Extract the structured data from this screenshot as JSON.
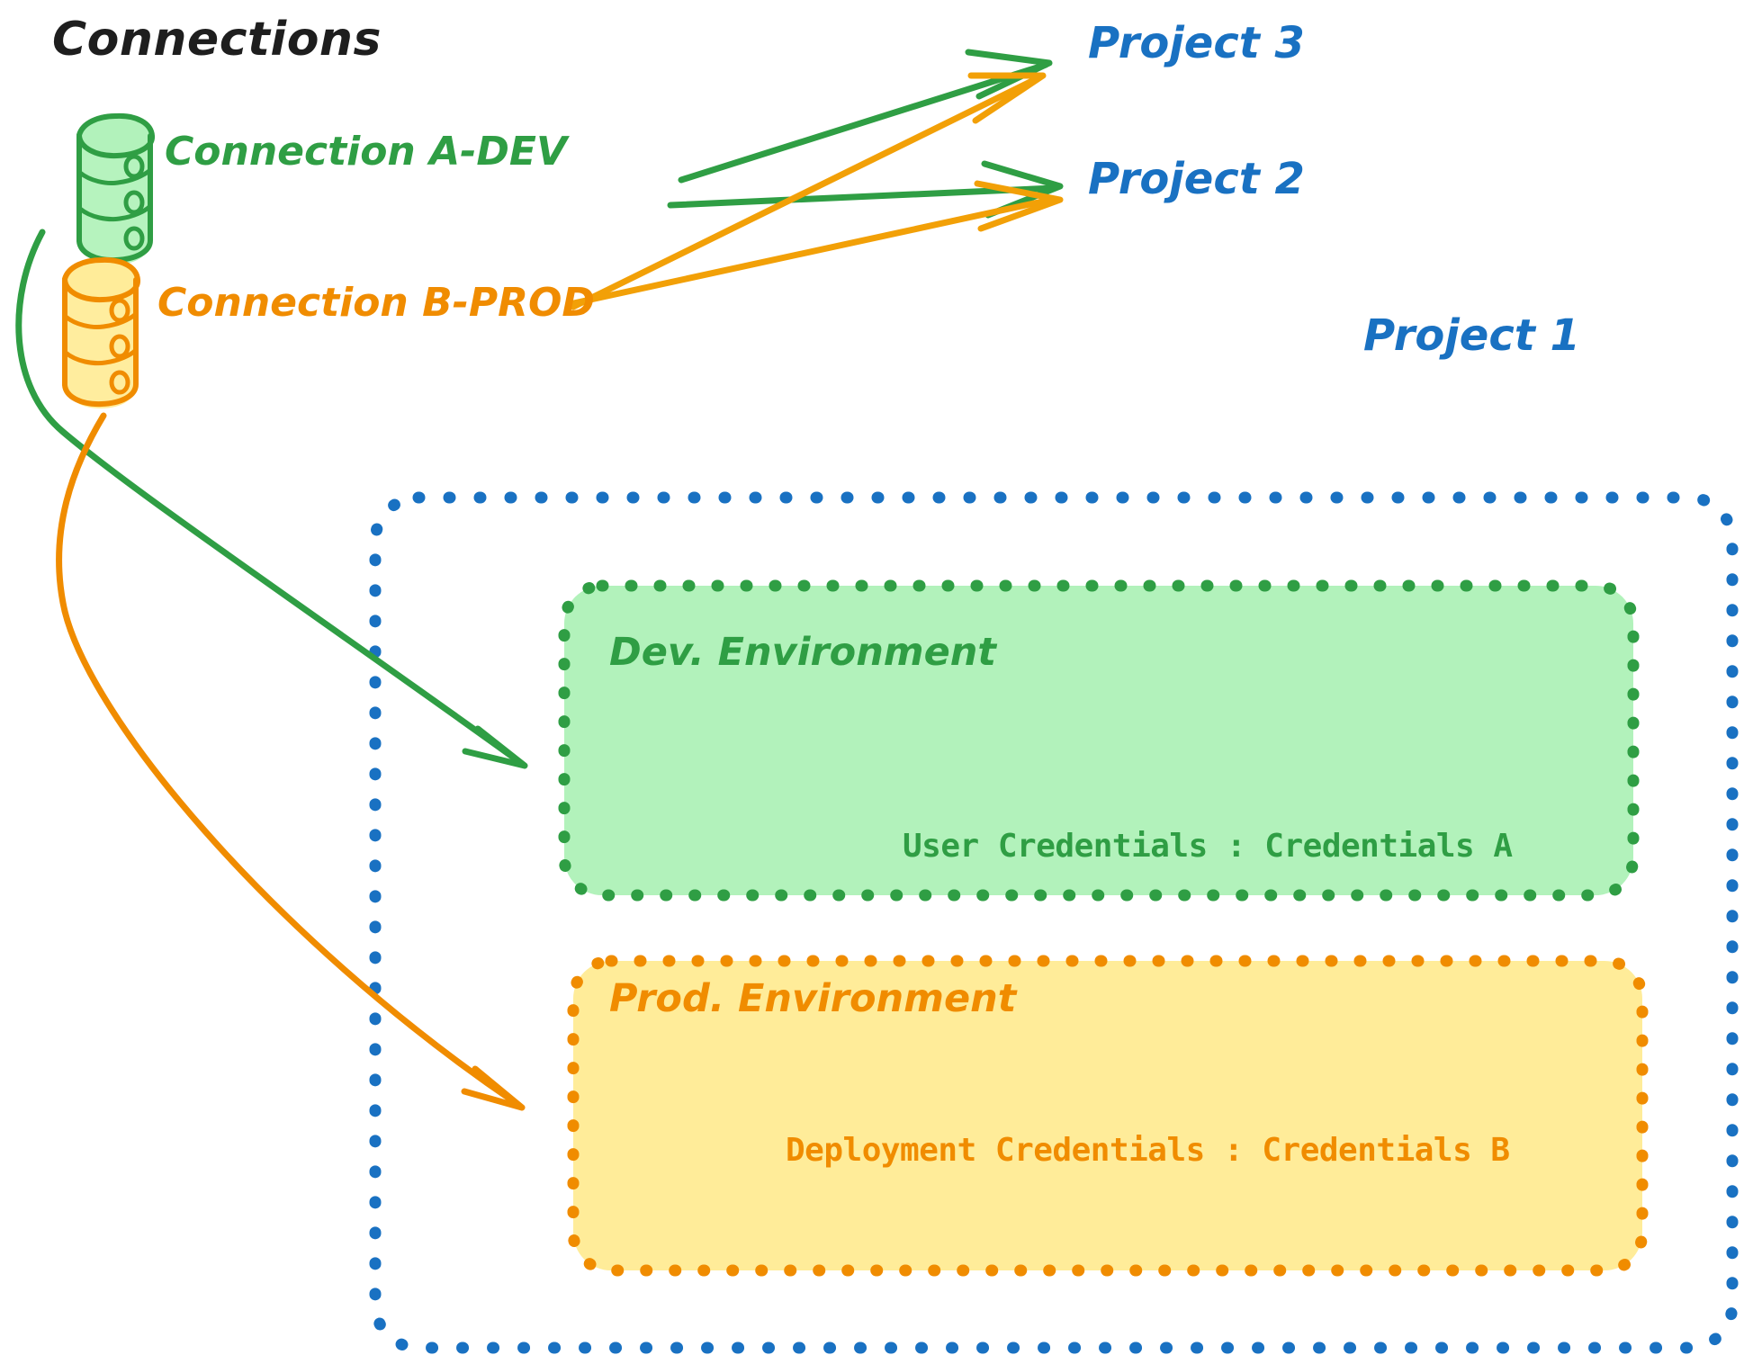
{
  "diagram": {
    "title": "Connections",
    "colors": {
      "green": "#2f9e44",
      "green_fill": "#b2f2bb",
      "orange": "#f08c00",
      "orange_fill": "#ffec99",
      "blue": "#1971c2",
      "black": "#1e1e1e"
    }
  },
  "connections": [
    {
      "id": "connection-a-dev",
      "label": "Connection A-DEV",
      "icon": "database-cylinder-icon",
      "color": "#2f9e44"
    },
    {
      "id": "connection-b-prod",
      "label": "Connection B-PROD",
      "icon": "database-cylinder-icon",
      "color": "#f08c00"
    }
  ],
  "projects": [
    {
      "id": "project-3",
      "label": "Project 3"
    },
    {
      "id": "project-2",
      "label": "Project 2"
    },
    {
      "id": "project-1",
      "label": "Project 1"
    }
  ],
  "environments": [
    {
      "id": "dev-environment",
      "label": "Dev. Environment",
      "credentials_label": "User Credentials : Credentials A",
      "color": "#2f9e44",
      "fill": "#b2f2bb"
    },
    {
      "id": "prod-environment",
      "label": "Prod. Environment",
      "credentials_label": "Deployment Credentials : Credentials B",
      "color": "#f08c00",
      "fill": "#ffec99"
    }
  ],
  "edges": [
    {
      "from": "connection-a-dev",
      "to": "project-3",
      "color": "#2f9e44"
    },
    {
      "from": "connection-a-dev",
      "to": "project-2",
      "color": "#2f9e44"
    },
    {
      "from": "connection-b-prod",
      "to": "project-3",
      "color": "#f2a007"
    },
    {
      "from": "connection-b-prod",
      "to": "project-2",
      "color": "#f2a007"
    },
    {
      "from": "connection-a-dev",
      "to": "dev-environment",
      "color": "#2f9e44"
    },
    {
      "from": "connection-b-prod",
      "to": "prod-environment",
      "color": "#f08c00"
    }
  ]
}
